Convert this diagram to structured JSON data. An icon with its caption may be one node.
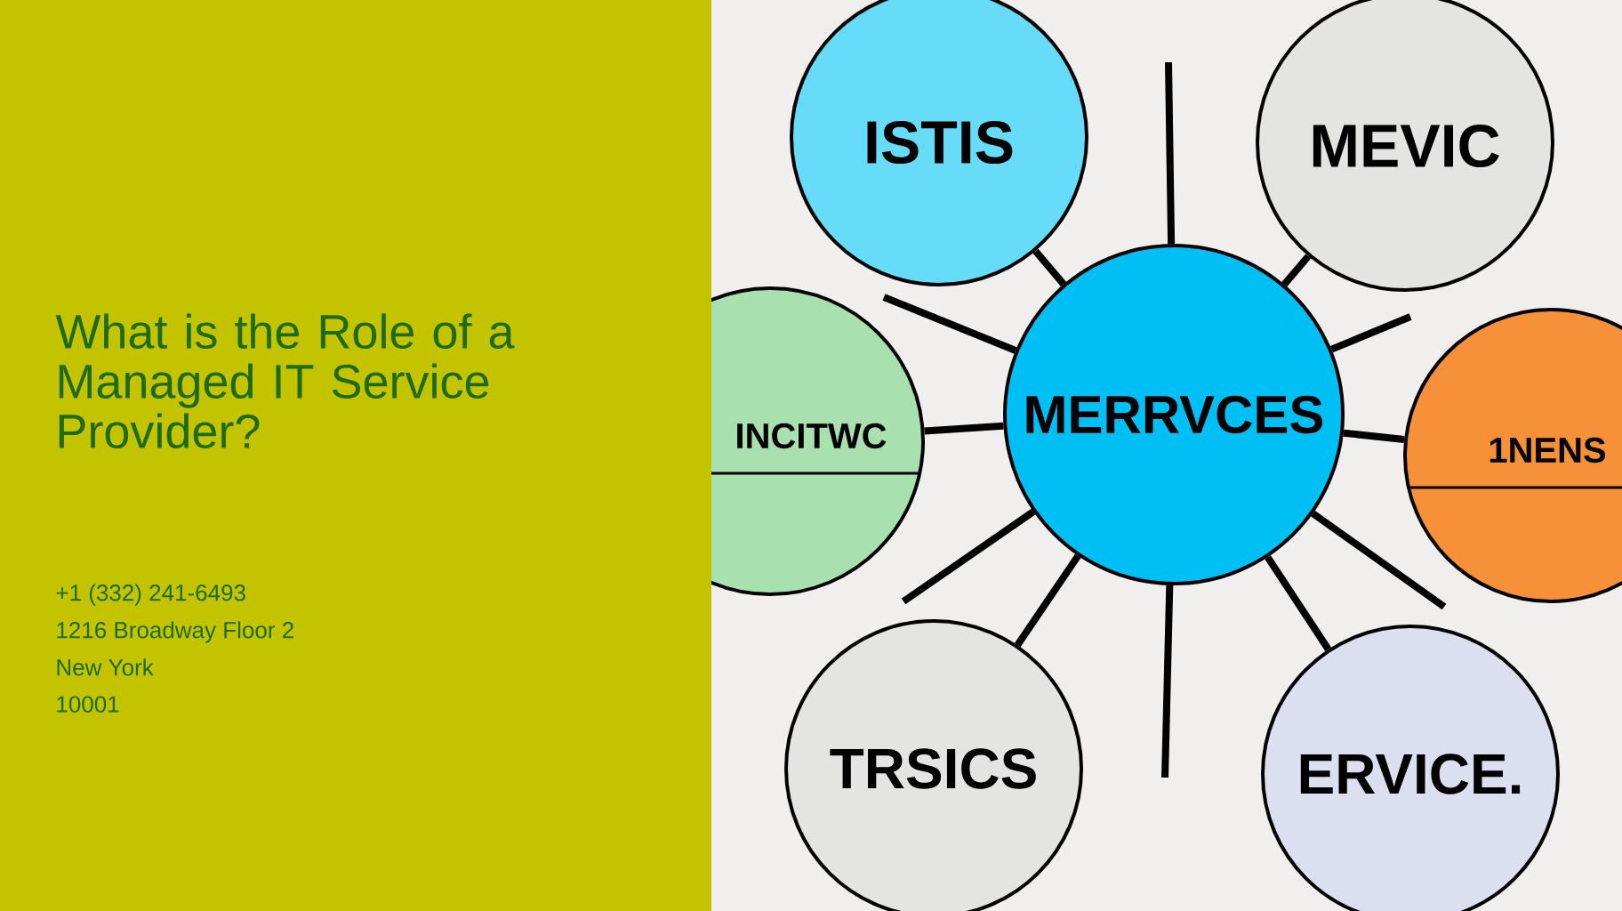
{
  "diagram": {
    "title": "What is the Role of a Managed IT Service Provider?",
    "nodes": [
      {
        "text": [
          "MERRVCES"
        ]
      },
      {
        "text": [
          "ISTIS"
        ]
      },
      {
        "text": [
          "MEVIC"
        ]
      },
      {
        "text": [
          "INCITWC"
        ]
      },
      {
        "text": [
          "1NENS"
        ]
      },
      {
        "text": [
          "TRSICS"
        ]
      },
      {
        "text": [
          "ERVICE."
        ]
      }
    ],
    "edges": [
      {
        "from": 0,
        "to": 1,
        "arrow": "none"
      },
      {
        "from": 0,
        "to": 2,
        "arrow": "none"
      },
      {
        "from": 0,
        "to": 3,
        "arrow": "none"
      },
      {
        "from": 0,
        "to": 4,
        "arrow": "none"
      },
      {
        "from": 0,
        "to": 5,
        "arrow": "none"
      },
      {
        "from": 0,
        "to": 6,
        "arrow": "none"
      },
      {
        "from": 0,
        "to": null,
        "arrow": "none"
      },
      {
        "from": 0,
        "to": null,
        "arrow": "none"
      },
      {
        "from": 0,
        "to": null,
        "arrow": "none"
      },
      {
        "from": 0,
        "to": null,
        "arrow": "none"
      },
      {
        "from": 0,
        "to": null,
        "arrow": "none"
      },
      {
        "from": 0,
        "to": null,
        "arrow": "none"
      }
    ],
    "labels": [
      "+1 (332) 241-6493",
      "1216 Broadway Floor 2",
      "New York",
      "10001"
    ]
  }
}
